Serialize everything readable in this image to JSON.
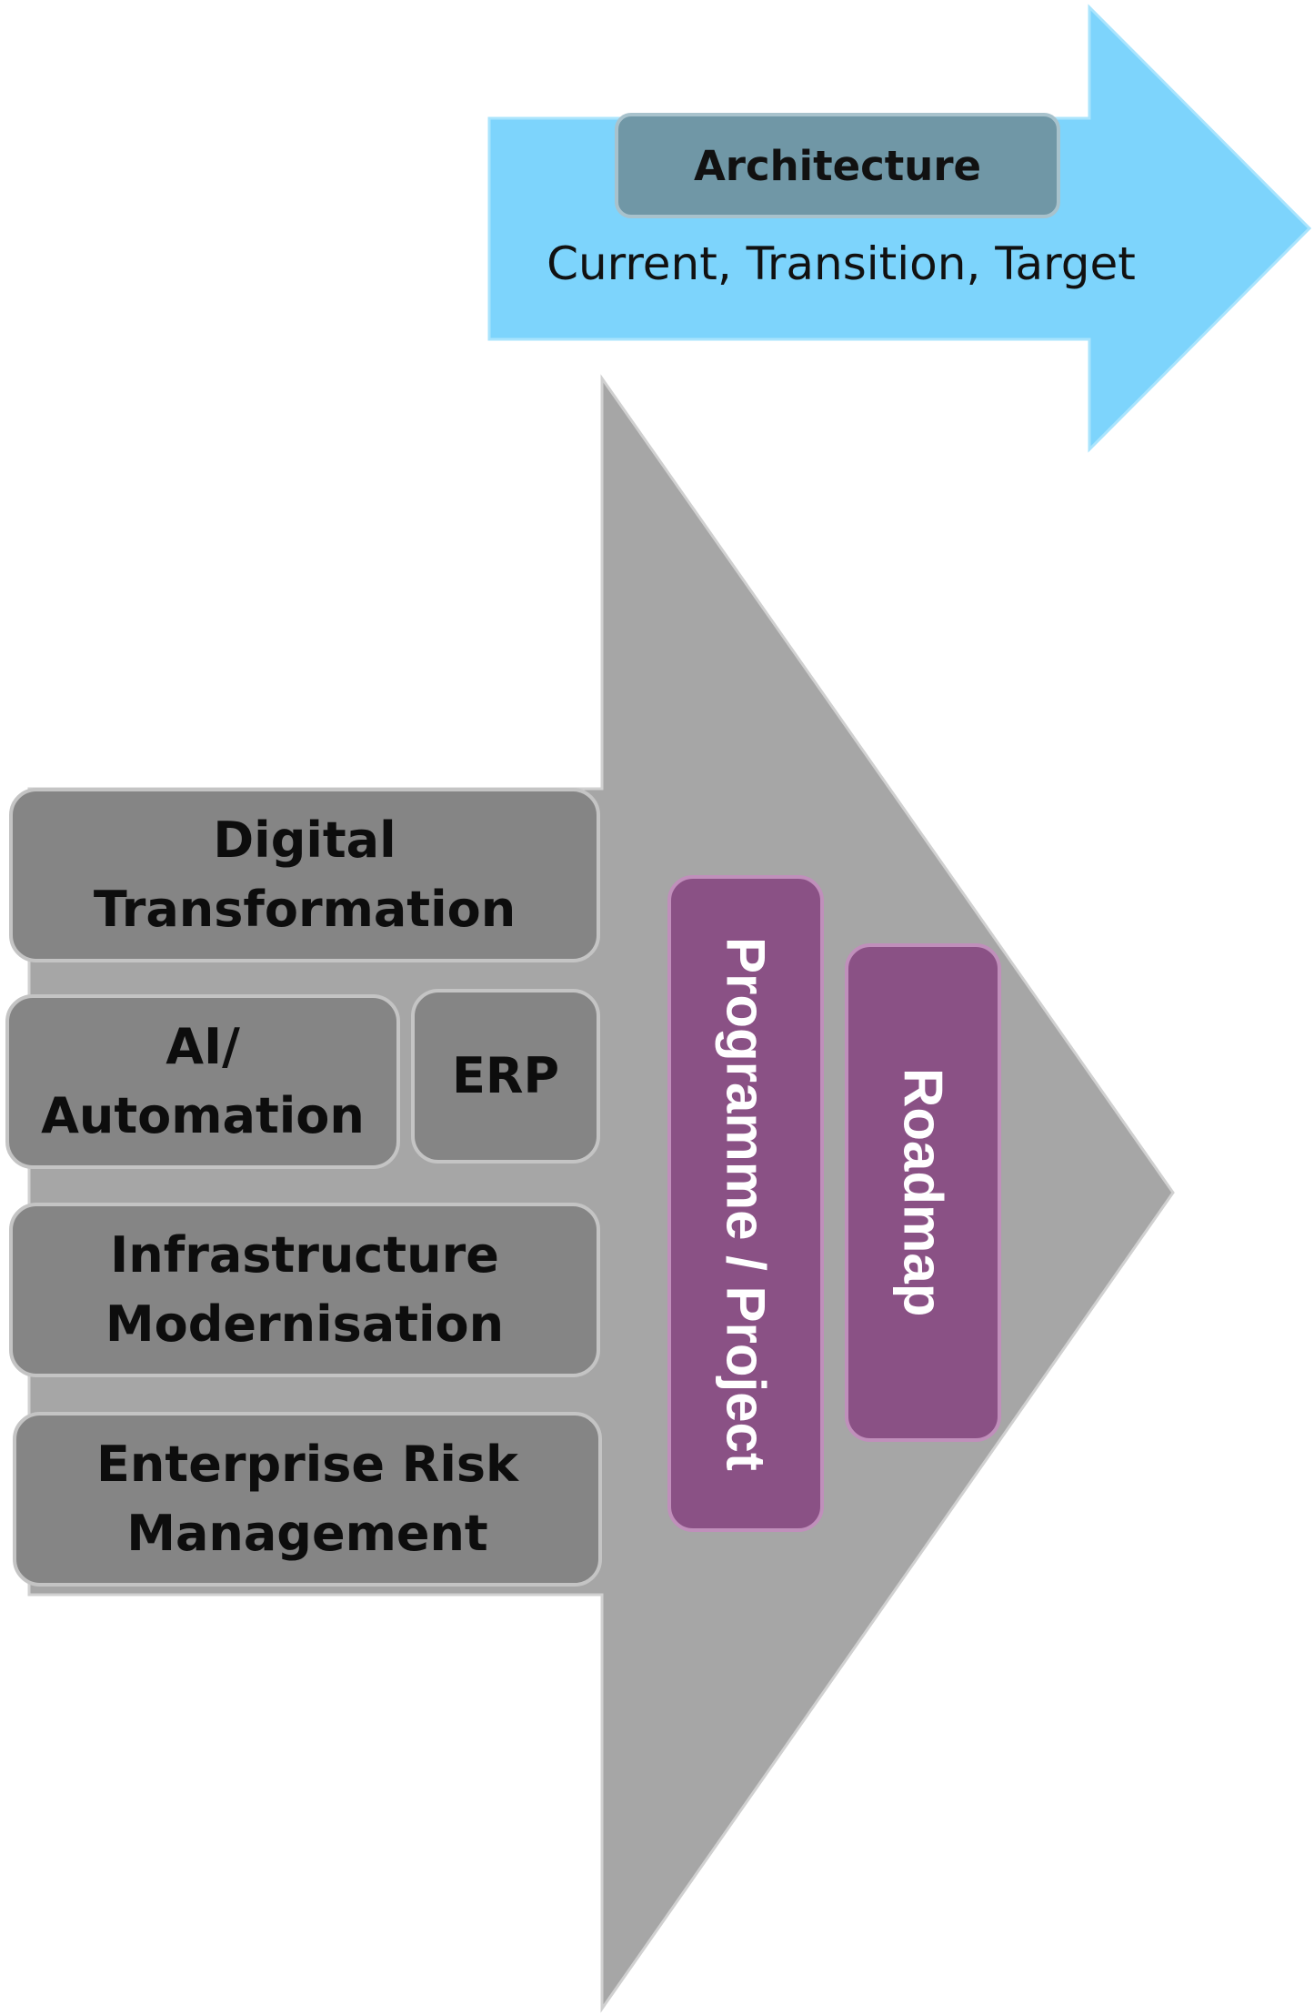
{
  "architecture": {
    "title": "Architecture",
    "subtitle": "Current, Transition, Target"
  },
  "pillars": {
    "digital": "Digital Transformation",
    "ai": "AI/ Automation",
    "erp": "ERP",
    "infra": "Infrastructure Modernisation",
    "risk": "Enterprise Risk Management"
  },
  "delivery": {
    "programme": "Programme / Project",
    "roadmap": "Roadmap"
  },
  "colors": {
    "arrow_blue": "#7dd4fc",
    "arrow_grey": "#a6a6a6",
    "box_grey": "#858585",
    "box_steel": "#7097a6",
    "box_purple": "#8a5185"
  }
}
